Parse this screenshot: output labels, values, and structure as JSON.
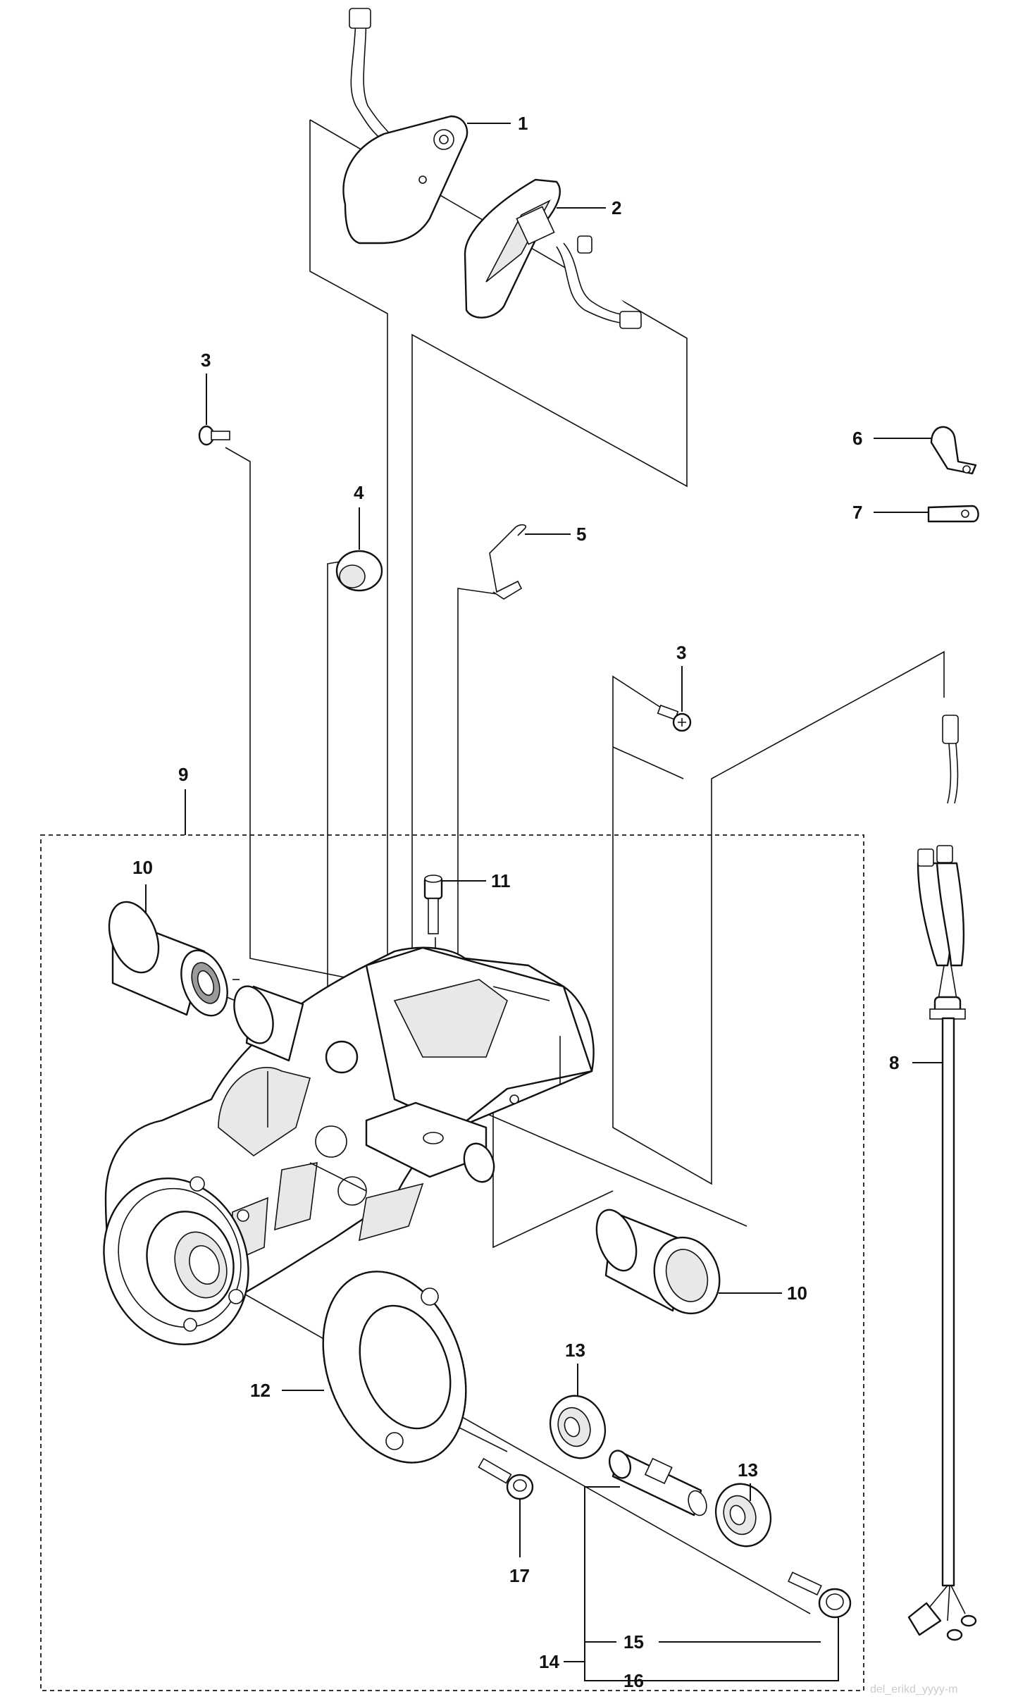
{
  "callouts": {
    "c1": "1",
    "c2": "2",
    "c3a": "3",
    "c3b": "3",
    "c4": "4",
    "c5": "5",
    "c6": "6",
    "c7": "7",
    "c8": "8",
    "c9": "9",
    "c10a": "10",
    "c10b": "10",
    "c11": "11",
    "c12": "12",
    "c13a": "13",
    "c13b": "13",
    "c14": "14",
    "c15": "15",
    "c16": "16",
    "c17": "17"
  },
  "watermark": "del_erikd_yyyy-m"
}
